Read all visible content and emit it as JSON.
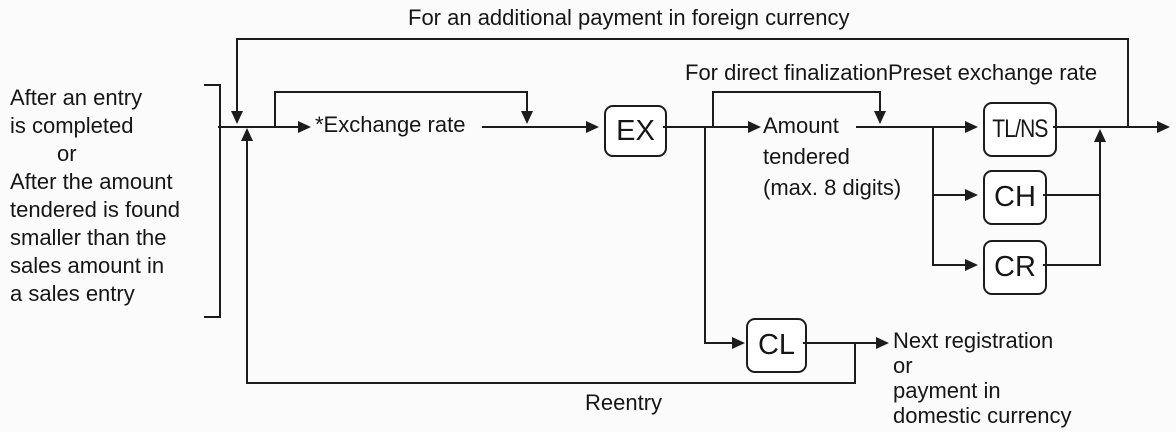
{
  "diagram": {
    "labels": {
      "top_loop": "For an additional payment in foreign currency",
      "direct_finalization": "For direct finalization",
      "preset_exchange_rate": "Preset exchange rate",
      "reentry": "Reentry"
    },
    "precondition_lines": [
      "After an entry",
      "is completed",
      "or",
      "After the amount",
      "tendered is found",
      "smaller than the",
      "sales amount in",
      "a sales entry"
    ],
    "nodes": {
      "exchange_rate": "*Exchange rate",
      "amount_tendered_lines": [
        "Amount",
        "tendered",
        "(max. 8 digits)"
      ],
      "outcome_lines": [
        "Next registration",
        "or",
        "payment in",
        "domestic currency"
      ]
    },
    "keys": {
      "ex": "EX",
      "tl_ns": "TL/NS",
      "ch": "CH",
      "cr": "CR",
      "cl": "CL"
    },
    "colors": {
      "line": "#1c1c1c",
      "text": "#161616",
      "background": "#fbfbfb",
      "key_fill": "#ffffff"
    }
  }
}
